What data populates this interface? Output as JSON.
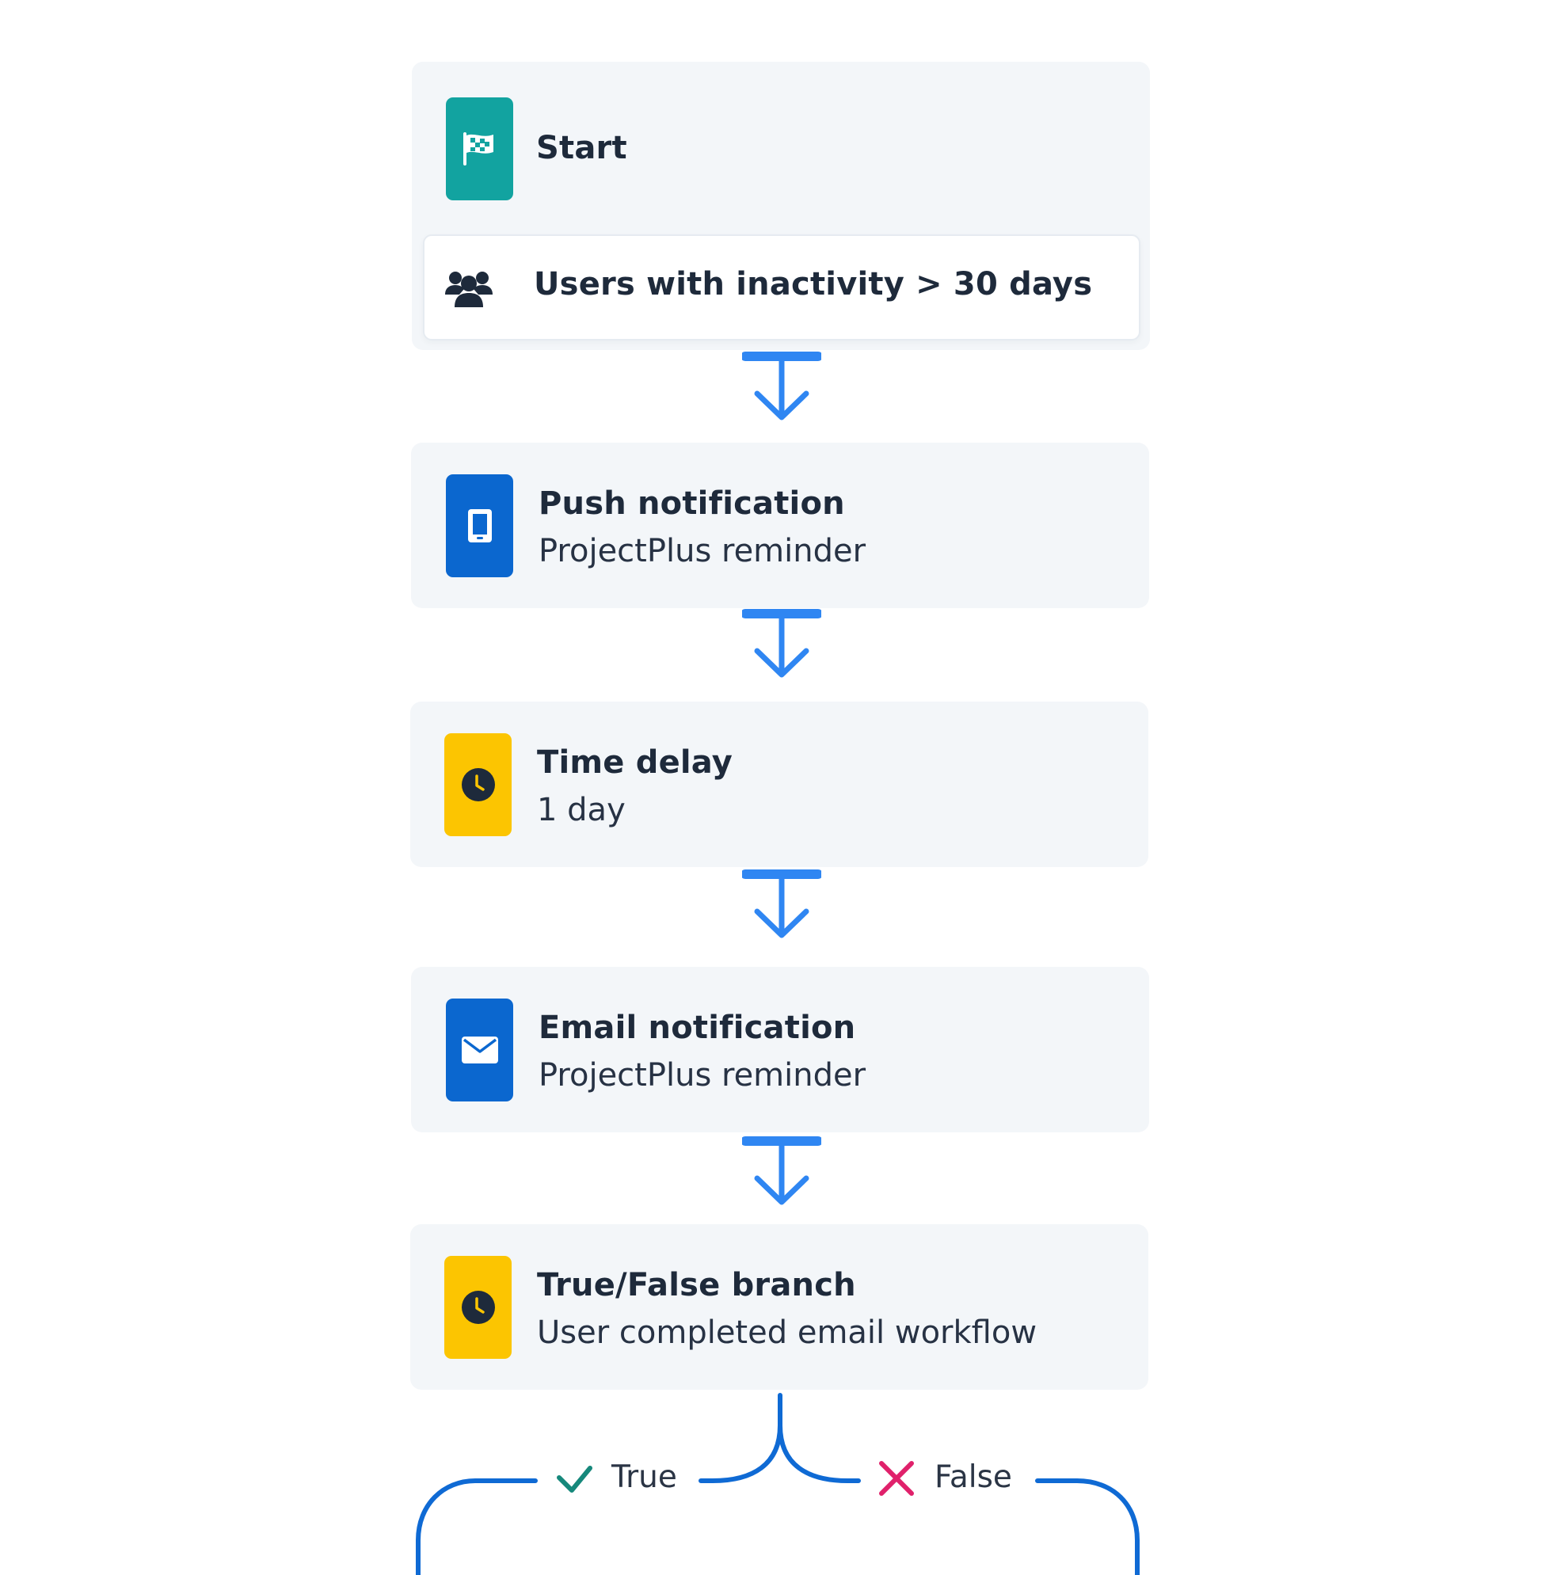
{
  "colors": {
    "card_bg": "#f3f6f9",
    "start_tile": "#12a3a0",
    "blue_tile": "#0b67cf",
    "yellow_tile": "#fcc501",
    "arrow": "#2f86f2",
    "branch_line": "#0f6ad4",
    "true_check": "#16887b",
    "false_x": "#e0216b",
    "text_dark": "#1e2a3b"
  },
  "start": {
    "icon": "checkered-flag-icon",
    "title": "Start",
    "segment": {
      "icon": "users-group-icon",
      "label": "Users with inactivity > 30 days"
    }
  },
  "steps": [
    {
      "icon": "mobile-phone-icon",
      "title": "Push notification",
      "subtitle": "ProjectPlus reminder"
    },
    {
      "icon": "clock-icon",
      "title": "Time delay",
      "subtitle": "1 day"
    },
    {
      "icon": "envelope-icon",
      "title": "Email notification",
      "subtitle": "ProjectPlus reminder"
    },
    {
      "icon": "clock-icon",
      "title": "True/False branch",
      "subtitle": "User completed email workflow"
    }
  ],
  "branch": {
    "true_label": "True",
    "true_icon": "check-icon",
    "false_label": "False",
    "false_icon": "x-icon"
  }
}
